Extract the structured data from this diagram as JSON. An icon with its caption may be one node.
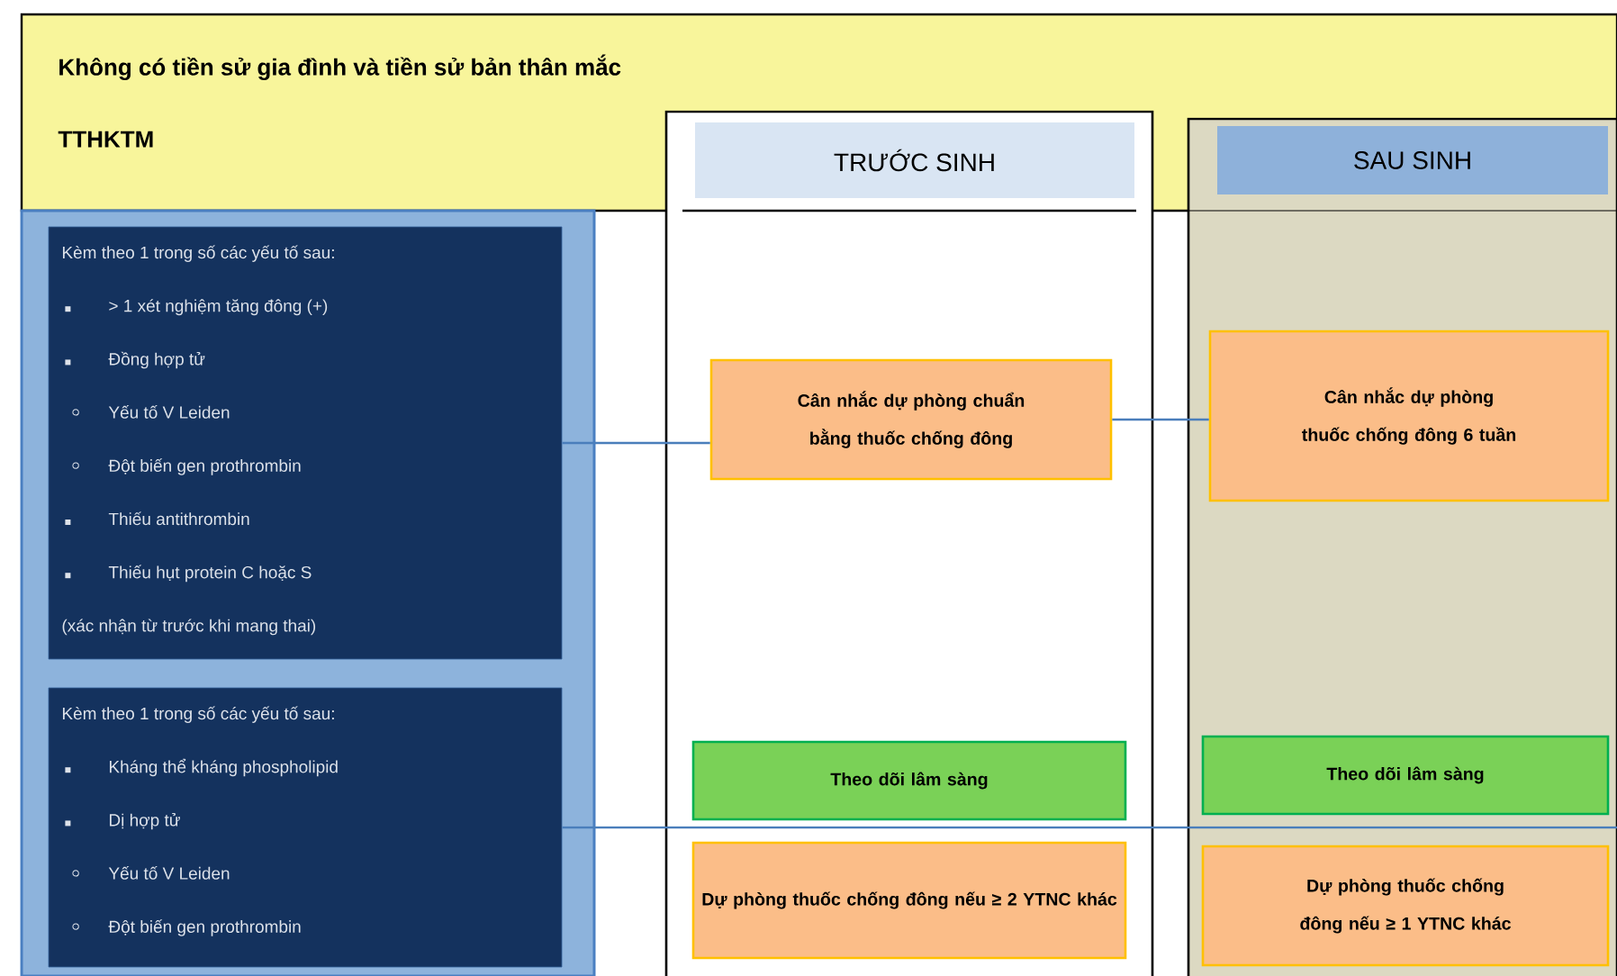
{
  "diagram": {
    "nodes": [
      {
        "text": [
          "Không có tiền sử gia đình và tiền sử bản thân mắc TTHKTM"
        ]
      },
      {
        "text": [],
        "shape": "box"
      },
      {
        "text": [
          "Kèm theo 1 trong số các yếu tố sau:",
          "> 1 xét nghiệm tăng đông (+)",
          "Đồng hợp tử",
          "Yếu tố V Leiden",
          "Đột biến gen prothrombin",
          "Thiếu antithrombin",
          "Thiếu hụt protein C hoặc S",
          "(xác nhận từ trước khi mang thai)"
        ],
        "in": 1
      },
      {
        "text": [
          "Kèm theo 1 trong số các yếu tố sau:",
          "Kháng thể kháng phospholipid",
          "Dị hợp tử",
          "Yếu tố V Leiden",
          "Đột biến gen prothrombin"
        ],
        "in": 1
      },
      {
        "text": [],
        "shape": "box"
      },
      {
        "text": [
          "TRƯỚC SINH"
        ]
      },
      {
        "text": [],
        "shape": "box"
      },
      {
        "text": [
          "SAU SINH"
        ]
      },
      {
        "text": [
          "Cân nhắc dự phòng chuẩn bằng thuốc chống đông"
        ],
        "in": 4
      },
      {
        "text": [
          "Theo dõi lâm sàng"
        ],
        "in": 4
      },
      {
        "text": [
          "Dự phòng thuốc chống đông nếu ≥ 2 YTNC khác"
        ],
        "in": 4
      },
      {
        "text": [
          "Cân nhắc dự phòng thuốc chống đông 6 tuần"
        ],
        "in": 6
      },
      {
        "text": [
          "Theo dõi lâm sàng"
        ],
        "in": 6
      },
      {
        "text": [
          "Dự phòng thuốc chống đông nếu ≥ 1 YTNC khác"
        ],
        "in": 6
      }
    ],
    "edges": [
      {
        "from": 2,
        "to": 8,
        "arrow": "none"
      },
      {
        "from": 8,
        "to": 11,
        "arrow": "none"
      },
      {
        "from": 3,
        "to": 6,
        "arrow": "none"
      }
    ]
  }
}
